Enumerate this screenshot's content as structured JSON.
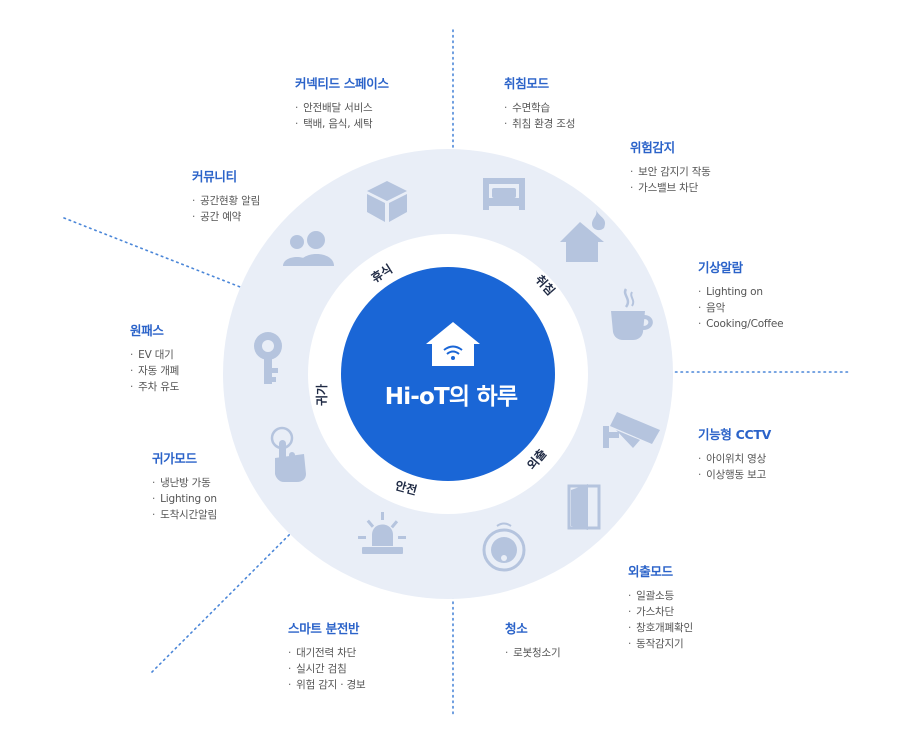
{
  "center": {
    "title": "Hi-oT의 하루"
  },
  "ring_labels": {
    "rest": "휴식",
    "sleep": "취침",
    "outing": "외출",
    "safety": "안전",
    "return": "귀가"
  },
  "features": {
    "connected_space": {
      "title": "커넥티드 스페이스",
      "items": [
        "안전배달 서비스",
        "택배, 음식, 세탁"
      ]
    },
    "sleep_mode": {
      "title": "취침모드",
      "items": [
        "수면학습",
        "취침 환경 조성"
      ]
    },
    "danger_detect": {
      "title": "위험감지",
      "items": [
        "보안 감지기 작동",
        "가스밸브 차단"
      ]
    },
    "weather_alarm": {
      "title": "기상알람",
      "items": [
        "Lighting on",
        "음악",
        "Cooking/Coffee"
      ]
    },
    "community": {
      "title": "커뮤니티",
      "items": [
        "공간현황 알림",
        "공간 예약"
      ]
    },
    "one_pass": {
      "title": "원패스",
      "items": [
        "EV 대기",
        "자동 개폐",
        "주차 유도"
      ]
    },
    "cctv": {
      "title": "기능형 CCTV",
      "items": [
        "아이위치 영상",
        "이상행동 보고"
      ]
    },
    "return_mode": {
      "title": "귀가모드",
      "items": [
        "냉난방 가동",
        "Lighting on",
        "도착시간알림"
      ]
    },
    "outing_mode": {
      "title": "외출모드",
      "items": [
        "일괄소등",
        "가스차단",
        "창호개폐확인",
        "동작감지기"
      ]
    },
    "cleaning": {
      "title": "청소",
      "items": [
        "로봇청소기"
      ]
    },
    "smart_panel": {
      "title": "스마트 분전반",
      "items": [
        "대기전력 차단",
        "실시간 검침",
        "위험 감지 · 경보"
      ]
    }
  },
  "icons": [
    "box-icon",
    "bed-icon",
    "house-fire-icon",
    "coffee-cup-icon",
    "people-icon",
    "key-icon",
    "cctv-camera-icon",
    "touch-hand-icon",
    "door-icon",
    "siren-icon",
    "robot-vacuum-icon",
    "wifi-house-icon"
  ],
  "colors": {
    "accent": "#2b63c9",
    "center_circle": "#1a66d6",
    "outer_ring": "#e9eef7",
    "icon": "#b5c4de",
    "divider": "#4a86d8"
  }
}
